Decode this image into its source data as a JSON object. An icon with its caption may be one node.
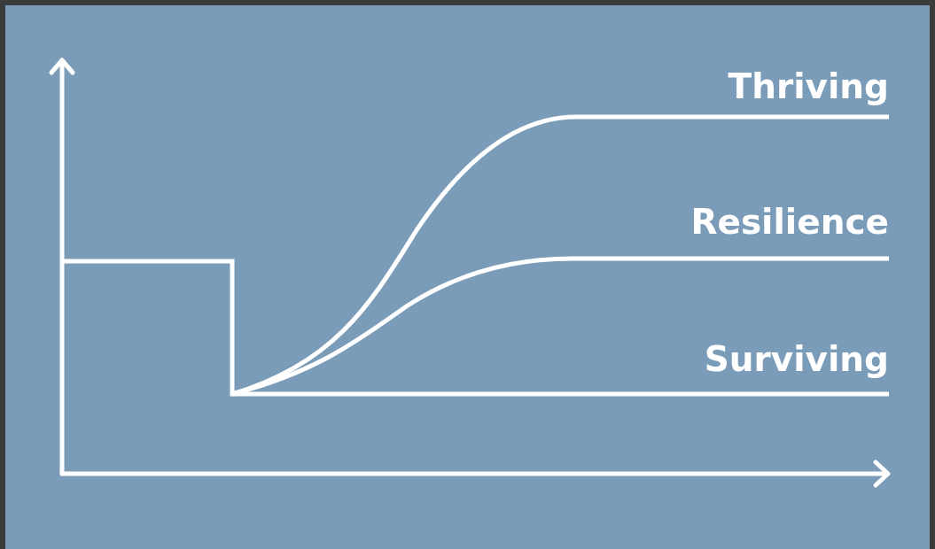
{
  "diagram": {
    "labels": [
      "Thriving",
      "Resilience",
      "Surviving"
    ]
  }
}
